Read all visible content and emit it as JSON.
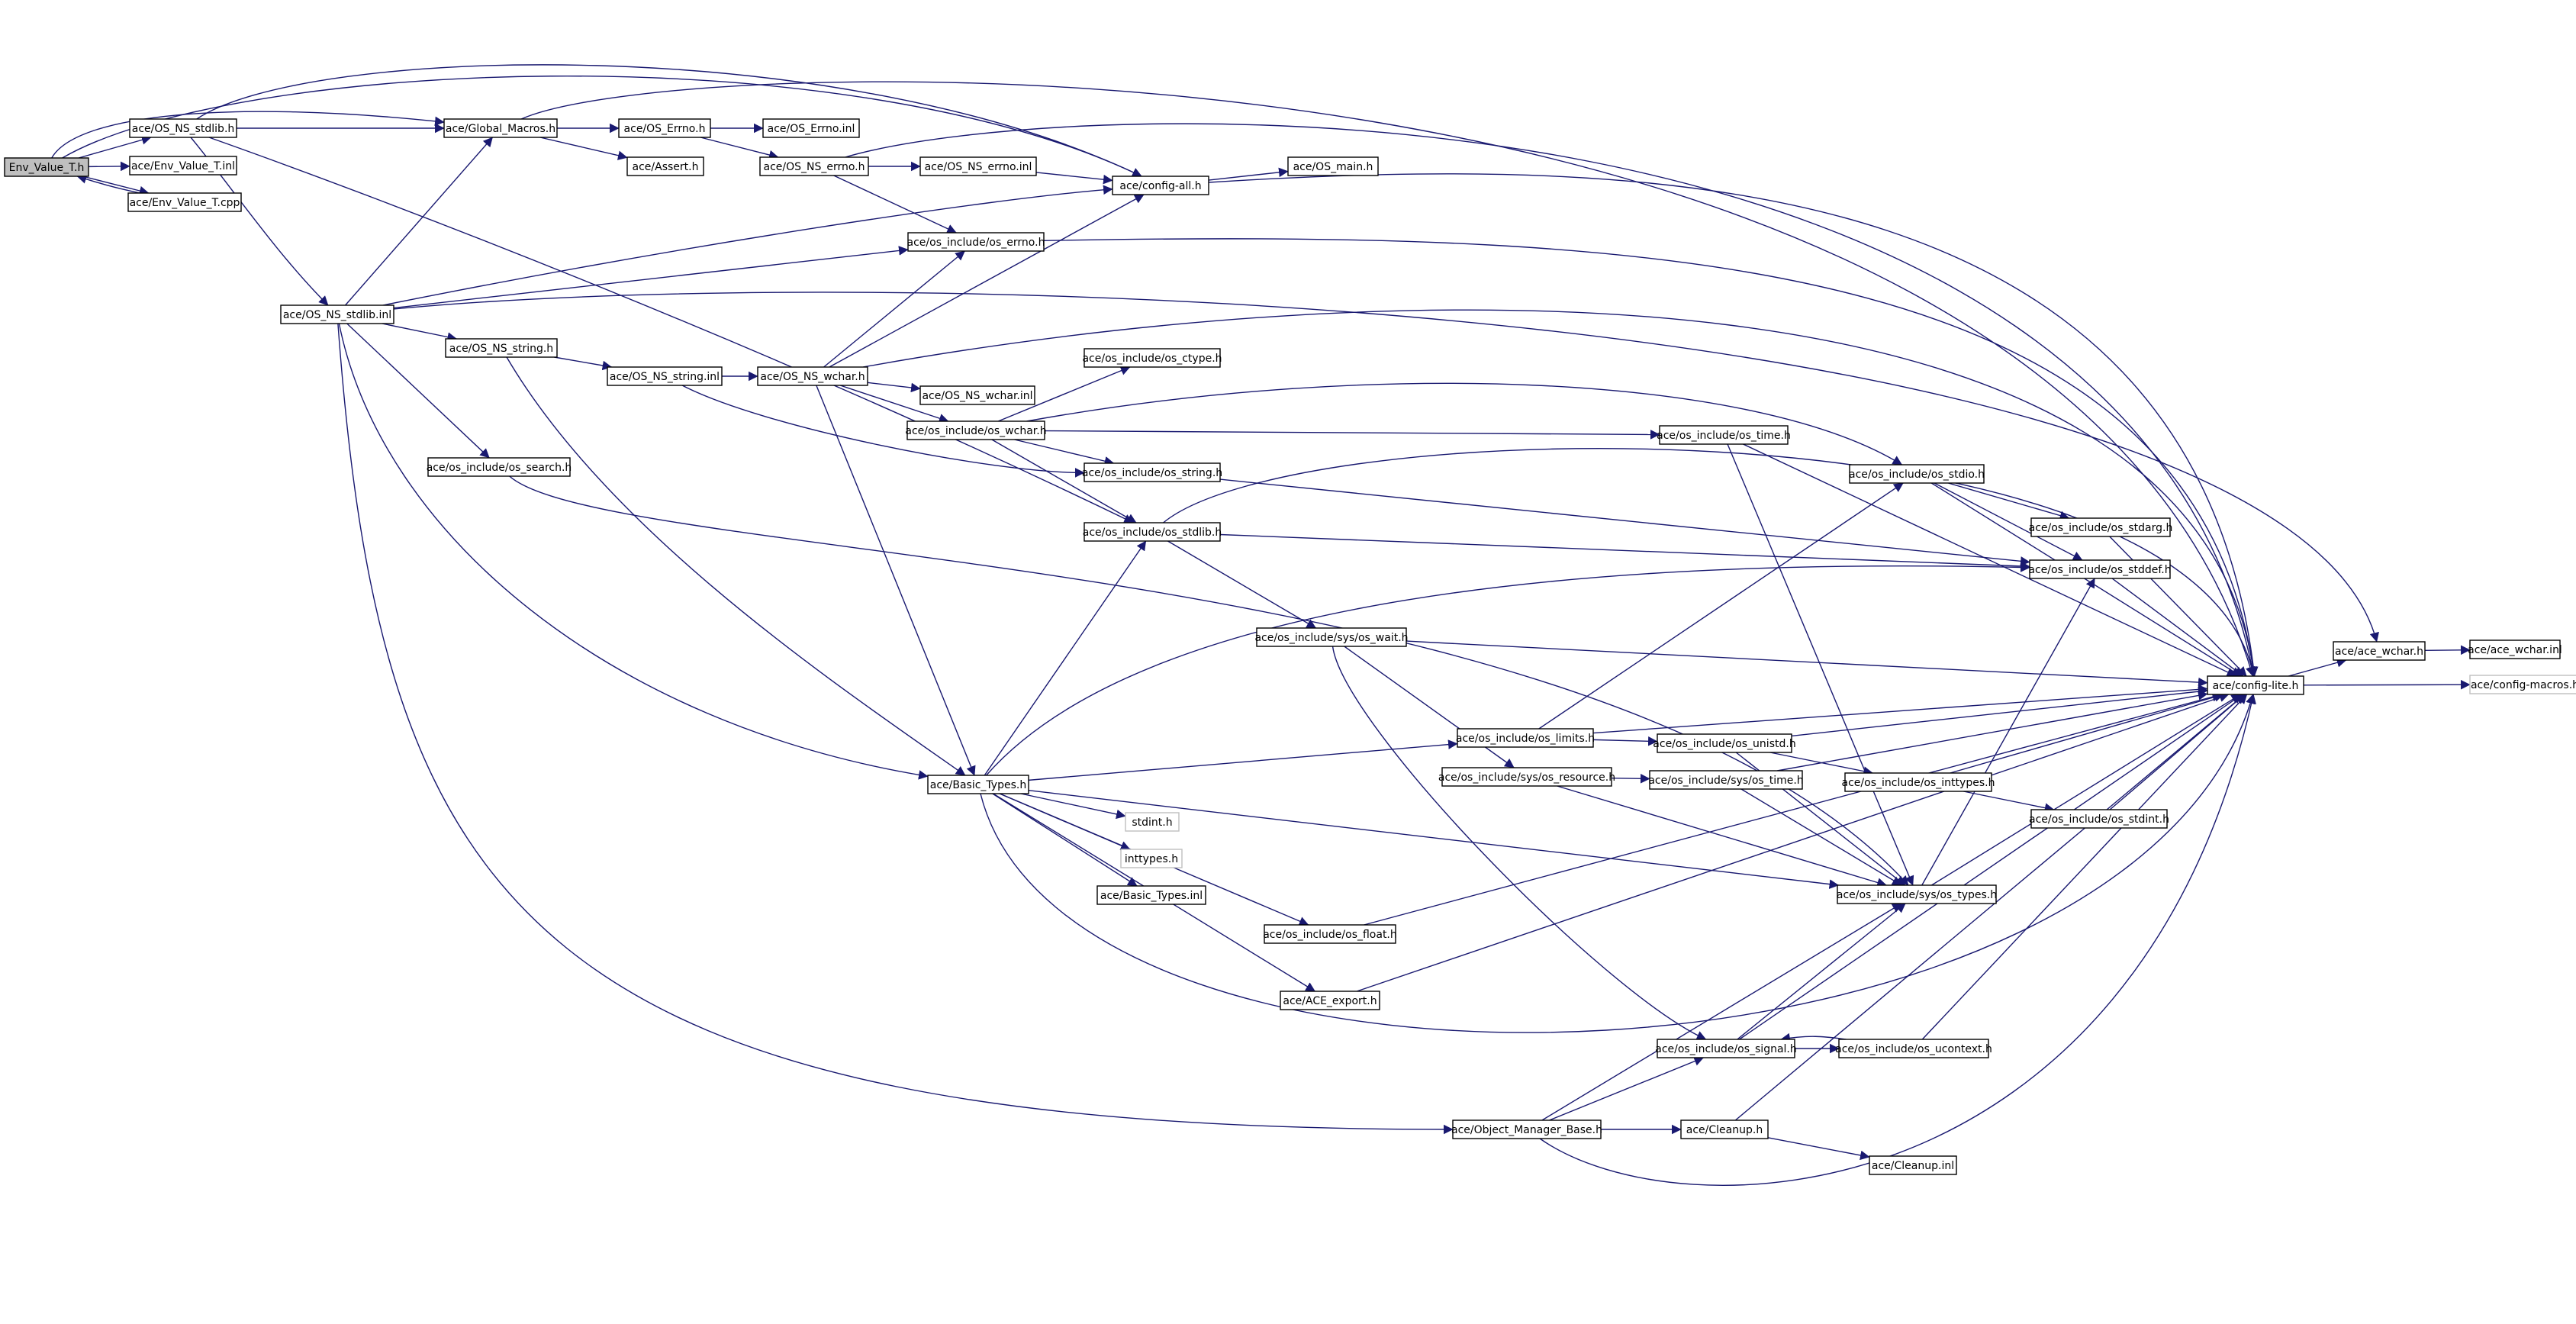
{
  "diagram": {
    "colors": {
      "edge": "#191970",
      "node_border": "#000000",
      "root_fill": "#bfbfbf",
      "ghost_border": "#bfbfbf",
      "background": "#ffffff"
    },
    "nodes": [
      {
        "id": "env_value_t_h",
        "label": "Env_Value_T.h",
        "style": "root"
      },
      {
        "id": "os_ns_stdlib_h",
        "label": "ace/OS_NS_stdlib.h"
      },
      {
        "id": "env_value_t_inl",
        "label": "ace/Env_Value_T.inl"
      },
      {
        "id": "env_value_t_cpp",
        "label": "ace/Env_Value_T.cpp"
      },
      {
        "id": "global_macros_h",
        "label": "ace/Global_Macros.h"
      },
      {
        "id": "os_errno_h",
        "label": "ace/OS_Errno.h"
      },
      {
        "id": "os_errno_inl",
        "label": "ace/OS_Errno.inl"
      },
      {
        "id": "assert_h",
        "label": "ace/Assert.h"
      },
      {
        "id": "os_ns_errno_h",
        "label": "ace/OS_NS_errno.h"
      },
      {
        "id": "os_ns_errno_inl",
        "label": "ace/OS_NS_errno.inl"
      },
      {
        "id": "config_all_h",
        "label": "ace/config-all.h"
      },
      {
        "id": "os_main_h",
        "label": "ace/OS_main.h"
      },
      {
        "id": "os_include_os_errno_h",
        "label": "ace/os_include/os_errno.h"
      },
      {
        "id": "os_ns_stdlib_inl",
        "label": "ace/OS_NS_stdlib.inl"
      },
      {
        "id": "os_ns_string_h",
        "label": "ace/OS_NS_string.h"
      },
      {
        "id": "os_ns_string_inl",
        "label": "ace/OS_NS_string.inl"
      },
      {
        "id": "os_ns_wchar_h",
        "label": "ace/OS_NS_wchar.h"
      },
      {
        "id": "os_ctype_h",
        "label": "ace/os_include/os_ctype.h"
      },
      {
        "id": "os_ns_wchar_inl",
        "label": "ace/OS_NS_wchar.inl"
      },
      {
        "id": "os_wchar_h",
        "label": "ace/os_include/os_wchar.h"
      },
      {
        "id": "os_time_h",
        "label": "ace/os_include/os_time.h"
      },
      {
        "id": "os_search_h",
        "label": "ace/os_include/os_search.h"
      },
      {
        "id": "os_string_h",
        "label": "ace/os_include/os_string.h"
      },
      {
        "id": "os_stdio_h",
        "label": "ace/os_include/os_stdio.h"
      },
      {
        "id": "os_stdlib_h",
        "label": "ace/os_include/os_stdlib.h"
      },
      {
        "id": "os_stdarg_h",
        "label": "ace/os_include/os_stdarg.h"
      },
      {
        "id": "os_stddef_h",
        "label": "ace/os_include/os_stddef.h"
      },
      {
        "id": "os_wait_h",
        "label": "ace/os_include/sys/os_wait.h"
      },
      {
        "id": "ace_wchar_h",
        "label": "ace/ace_wchar.h"
      },
      {
        "id": "ace_wchar_inl",
        "label": "ace/ace_wchar.inl"
      },
      {
        "id": "config_lite_h",
        "label": "ace/config-lite.h"
      },
      {
        "id": "config_macros_h",
        "label": "ace/config-macros.h",
        "style": "ghost"
      },
      {
        "id": "os_limits_h",
        "label": "ace/os_include/os_limits.h"
      },
      {
        "id": "os_unistd_h",
        "label": "ace/os_include/os_unistd.h"
      },
      {
        "id": "basic_types_h",
        "label": "ace/Basic_Types.h"
      },
      {
        "id": "os_resource_h",
        "label": "ace/os_include/sys/os_resource.h"
      },
      {
        "id": "sys_os_time_h",
        "label": "ace/os_include/sys/os_time.h"
      },
      {
        "id": "os_inttypes_h",
        "label": "ace/os_include/os_inttypes.h"
      },
      {
        "id": "os_stdint_h",
        "label": "ace/os_include/os_stdint.h"
      },
      {
        "id": "stdint_h",
        "label": "stdint.h",
        "style": "ghost"
      },
      {
        "id": "inttypes_h",
        "label": "inttypes.h",
        "style": "ghost"
      },
      {
        "id": "basic_types_inl",
        "label": "ace/Basic_Types.inl"
      },
      {
        "id": "os_types_h",
        "label": "ace/os_include/sys/os_types.h"
      },
      {
        "id": "os_float_h",
        "label": "ace/os_include/os_float.h"
      },
      {
        "id": "ace_export_h",
        "label": "ace/ACE_export.h"
      },
      {
        "id": "os_signal_h",
        "label": "ace/os_include/os_signal.h"
      },
      {
        "id": "os_ucontext_h",
        "label": "ace/os_include/os_ucontext.h"
      },
      {
        "id": "object_manager_base_h",
        "label": "ace/Object_Manager_Base.h"
      },
      {
        "id": "cleanup_h",
        "label": "ace/Cleanup.h"
      },
      {
        "id": "cleanup_inl",
        "label": "ace/Cleanup.inl"
      }
    ]
  }
}
